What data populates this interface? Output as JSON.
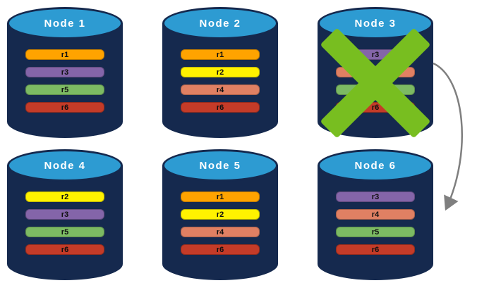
{
  "diagram": {
    "background": "#FFFFFF",
    "cylinder_body_color": "#15294E",
    "cylinder_top_color": "#2D9BD2",
    "title_text_color": "#FFFFFF",
    "record_text_color": "#101010"
  },
  "nodes": [
    {
      "label": "Node 1",
      "records": [
        {
          "label": "r1",
          "color": "#FFA300"
        },
        {
          "label": "r3",
          "color": "#8465A9"
        },
        {
          "label": "r5",
          "color": "#7CBA63"
        },
        {
          "label": "r6",
          "color": "#C43B28"
        }
      ]
    },
    {
      "label": "Node 2",
      "records": [
        {
          "label": "r1",
          "color": "#FFA300"
        },
        {
          "label": "r2",
          "color": "#FFF200"
        },
        {
          "label": "r4",
          "color": "#E08063"
        },
        {
          "label": "r6",
          "color": "#C43B28"
        }
      ]
    },
    {
      "label": "Node 3",
      "failed": true,
      "records": [
        {
          "label": "r3",
          "color": "#8465A9"
        },
        {
          "label": "r4",
          "color": "#E08063"
        },
        {
          "label": "r5",
          "color": "#7CBA63"
        },
        {
          "label": "r6",
          "color": "#C43B28"
        }
      ]
    },
    {
      "label": "Node 4",
      "records": [
        {
          "label": "r2",
          "color": "#FFF200"
        },
        {
          "label": "r3",
          "color": "#8465A9"
        },
        {
          "label": "r5",
          "color": "#7CBA63"
        },
        {
          "label": "r6",
          "color": "#C43B28"
        }
      ]
    },
    {
      "label": "Node 5",
      "records": [
        {
          "label": "r1",
          "color": "#FFA300"
        },
        {
          "label": "r2",
          "color": "#FFF200"
        },
        {
          "label": "r4",
          "color": "#E08063"
        },
        {
          "label": "r6",
          "color": "#C43B28"
        }
      ]
    },
    {
      "label": "Node 6",
      "records": [
        {
          "label": "r3",
          "color": "#8465A9"
        },
        {
          "label": "r4",
          "color": "#E08063"
        },
        {
          "label": "r5",
          "color": "#7CBA63"
        },
        {
          "label": "r6",
          "color": "#C43B28"
        }
      ]
    }
  ],
  "failure": {
    "node": "Node 3",
    "x_color": "#78BE20"
  },
  "arrow": {
    "from": "Node 3",
    "to": "Node 6",
    "color": "#7F7F7F"
  }
}
